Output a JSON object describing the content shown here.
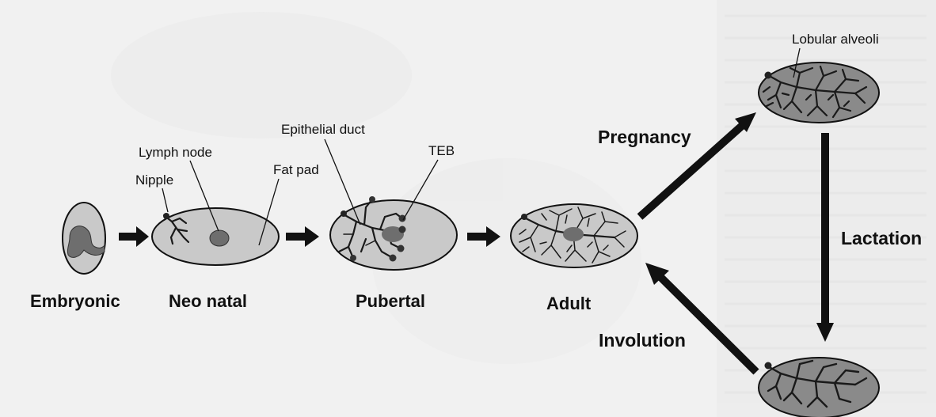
{
  "stages": {
    "embryonic": "Embryonic",
    "neonatal": "Neo natal",
    "pubertal": "Pubertal",
    "adult": "Adult"
  },
  "structures": {
    "lymph_node": "Lymph node",
    "nipple": "Nipple",
    "fat_pad": "Fat pad",
    "epithelial_duct": "Epithelial duct",
    "teb": "TEB",
    "lobular_alveoli": "Lobular alveoli"
  },
  "transitions": {
    "pregnancy": "Pregnancy",
    "lactation": "Lactation",
    "involution": "Involution"
  },
  "colors": {
    "fat_pad": "#c9c9c9",
    "gland_dark": "#8a8a8a",
    "ink": "#111111",
    "background": "#f1f1f1"
  }
}
